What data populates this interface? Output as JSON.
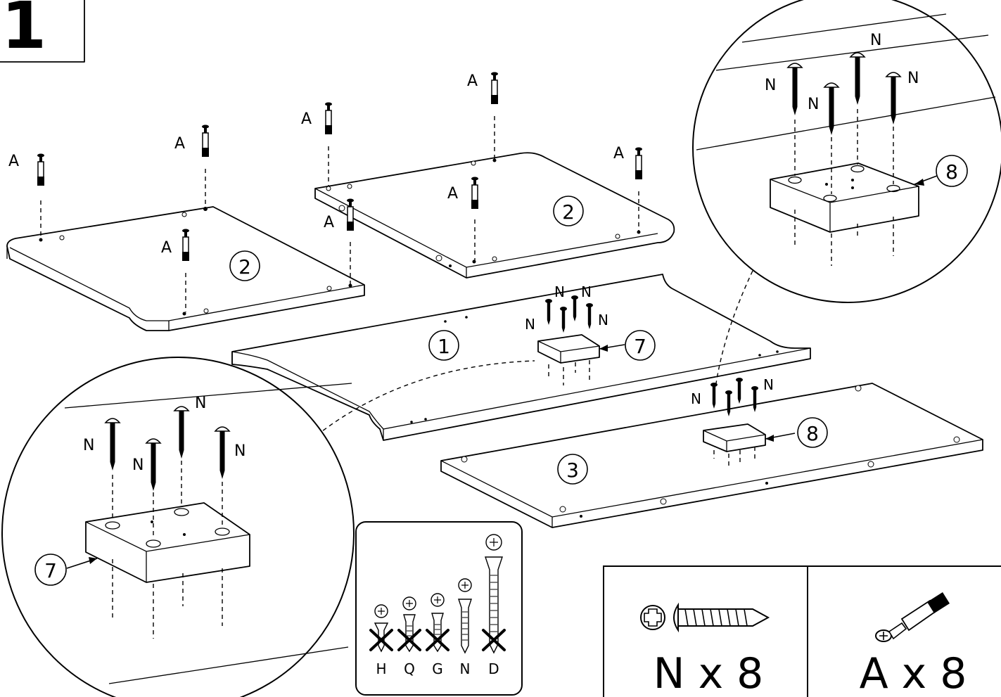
{
  "step": {
    "number": "1"
  },
  "part_labels": {
    "side_panel": "2",
    "top_panel": "1",
    "bottom_panel": "3",
    "block_7": "7",
    "block_8": "8"
  },
  "fastener_labels": {
    "cam_bolt": "A",
    "screw": "N"
  },
  "screw_chart": {
    "labels": [
      "H",
      "Q",
      "G",
      "N",
      "D"
    ],
    "crossed": [
      true,
      true,
      true,
      false,
      true
    ]
  },
  "quantities": [
    {
      "text": "N x 8",
      "icon": "phillips-screw-icon"
    },
    {
      "text": "A x 8",
      "icon": "cam-bolt-icon"
    }
  ]
}
